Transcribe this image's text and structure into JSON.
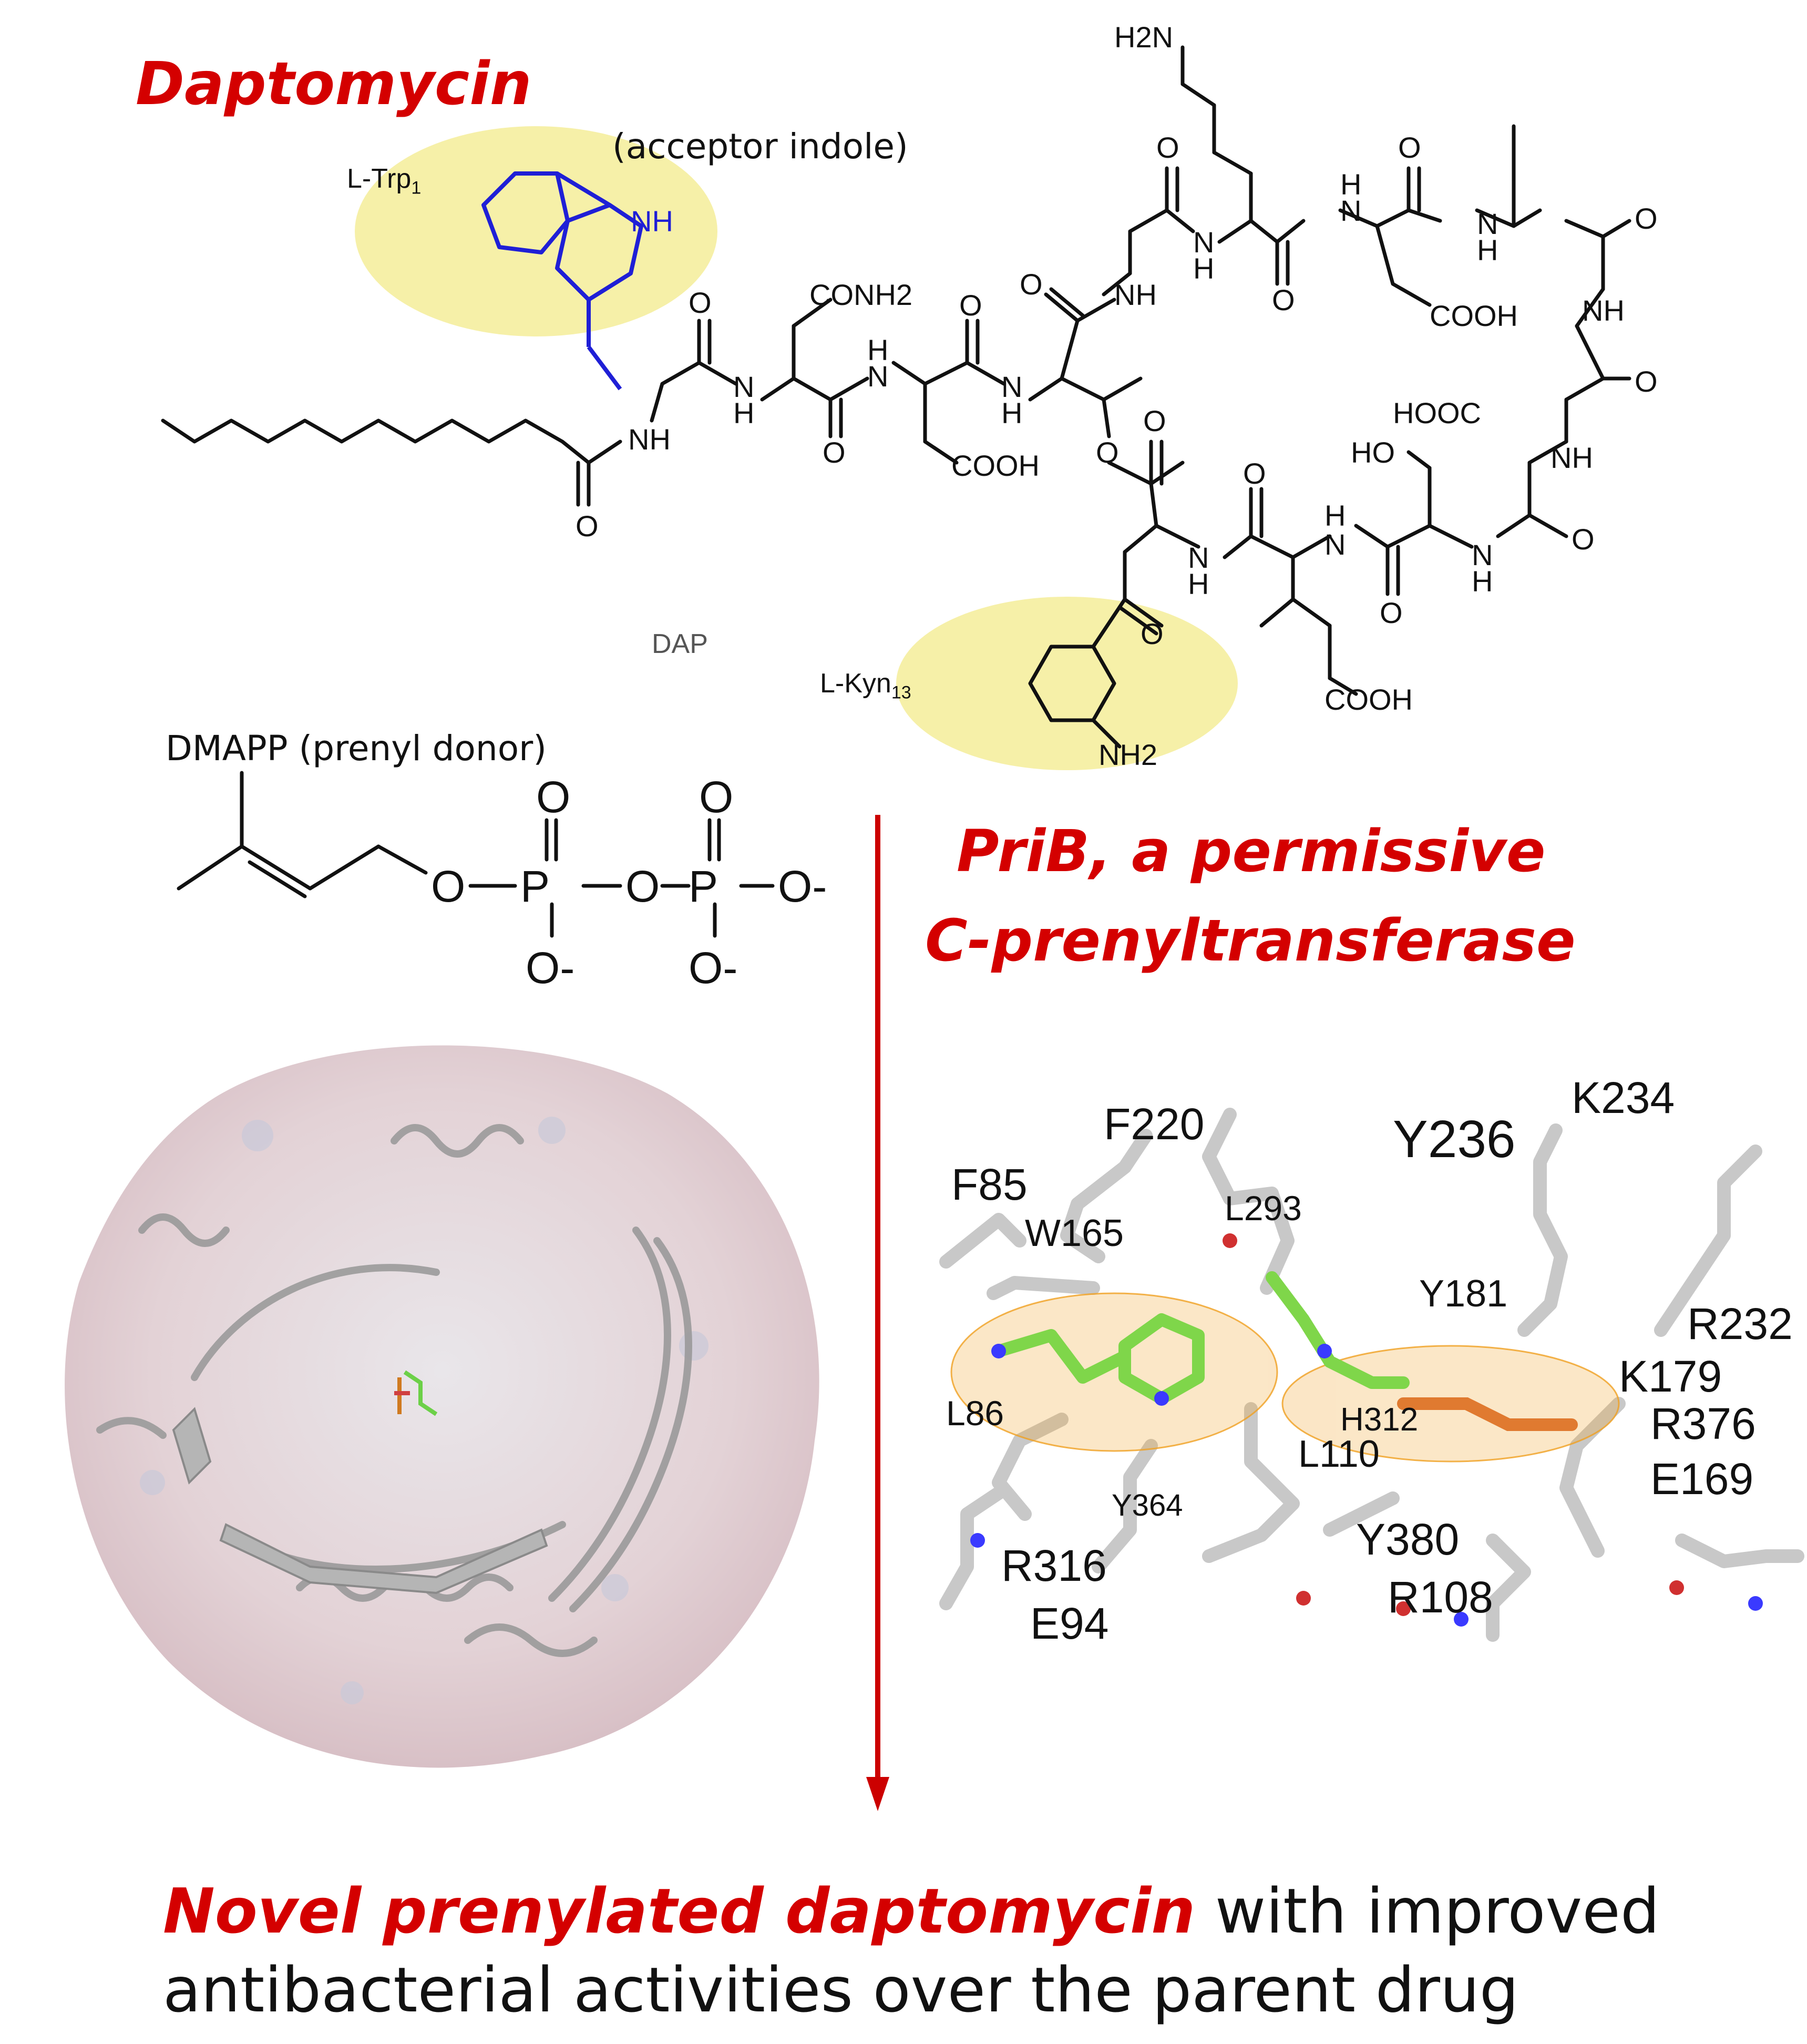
{
  "title": "Daptomycin",
  "structure": {
    "acceptor_label": "(acceptor indole)",
    "trp_label": "L-Trp",
    "trp_sub": "1",
    "kyn_label": "L-Kyn",
    "kyn_sub": "13",
    "dap_label": "DAP",
    "atom_labels": {
      "h2n": "H2N",
      "nh": "NH",
      "conh2": "CONH2",
      "cooh": "COOH",
      "hooc": "HOOC",
      "ho": "HO",
      "nh2": "NH2",
      "o": "O",
      "h": "H",
      "n": "N"
    }
  },
  "dmapp": {
    "label": "DMAPP (prenyl donor)",
    "atoms": {
      "o": "O",
      "p": "P",
      "o_minus": "O-"
    }
  },
  "enzyme_title_line1": "PriB, a permissive",
  "enzyme_title_line2": "C-prenyltransferase",
  "residues": [
    "F220",
    "Y236",
    "K234",
    "F85",
    "L293",
    "W165",
    "Y181",
    "R232",
    "K179",
    "L86",
    "H312",
    "L110",
    "R376",
    "E169",
    "Y364",
    "Y380",
    "R316",
    "R108",
    "E94"
  ],
  "bottom": {
    "highlight": "Novel prenylated daptomycin",
    "rest_line1": " with improved",
    "line2": "antibacterial activities over the parent drug"
  },
  "colors": {
    "title_red": "#d40000",
    "trp_blue": "#1f1fd6",
    "highlight_yellow": "#f6f0a8",
    "ligand_green": "#7fd64a",
    "density_orange": "#f0a020",
    "arrow_red": "#cc0000"
  }
}
